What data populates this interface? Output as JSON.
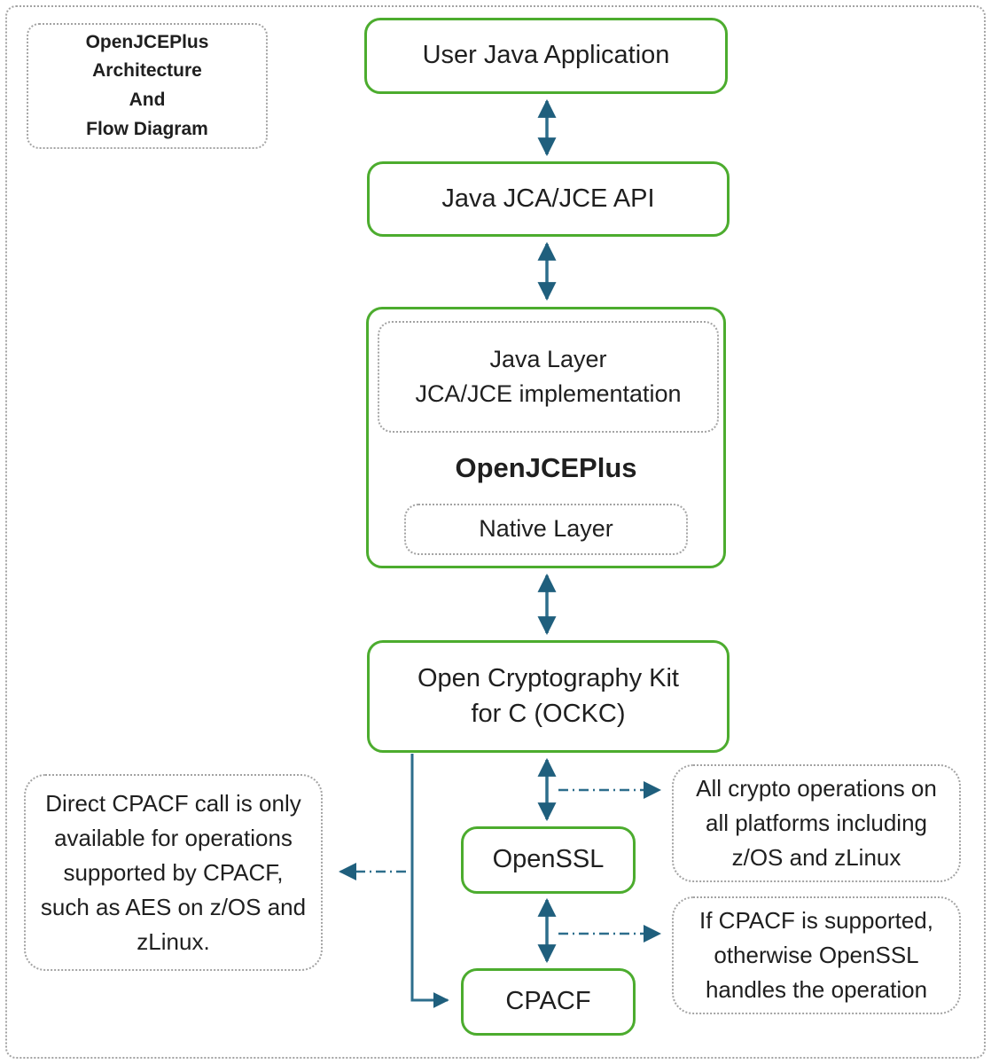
{
  "page_title": {
    "lines": [
      "OpenJCEPlus",
      "Architecture",
      "And",
      "Flow Diagram"
    ]
  },
  "nodes": {
    "user_java_application": {
      "label": "User Java Application"
    },
    "java_jca_jce_api": {
      "label": "Java JCA/JCE API"
    },
    "openjceplus": {
      "label": "OpenJCEPlus",
      "java_layer": {
        "line1": "Java Layer",
        "line2": "JCA/JCE implementation"
      },
      "native_layer": {
        "label": "Native Layer"
      }
    },
    "ockc": {
      "line1": "Open Cryptography Kit",
      "line2": "for C (OCKC)"
    },
    "openssl": {
      "label": "OpenSSL"
    },
    "cpacf": {
      "label": "CPACF"
    }
  },
  "annotations": {
    "direct_cpacf": {
      "text": "Direct CPACF call is only available for operations supported by CPACF, such as AES on z/OS and zLinux."
    },
    "all_crypto": {
      "text": "All crypto operations on all platforms including z/OS and zLinux"
    },
    "if_cpacf": {
      "text": "If CPACF is supported, otherwise OpenSSL handles the operation"
    }
  },
  "colors": {
    "box_border": "#4CAC2E",
    "arrow": "#2D6E8C",
    "arrow_head": "#1F5F7D",
    "dotted_border": "#a3a3a3",
    "text": "#1f1f1f"
  }
}
